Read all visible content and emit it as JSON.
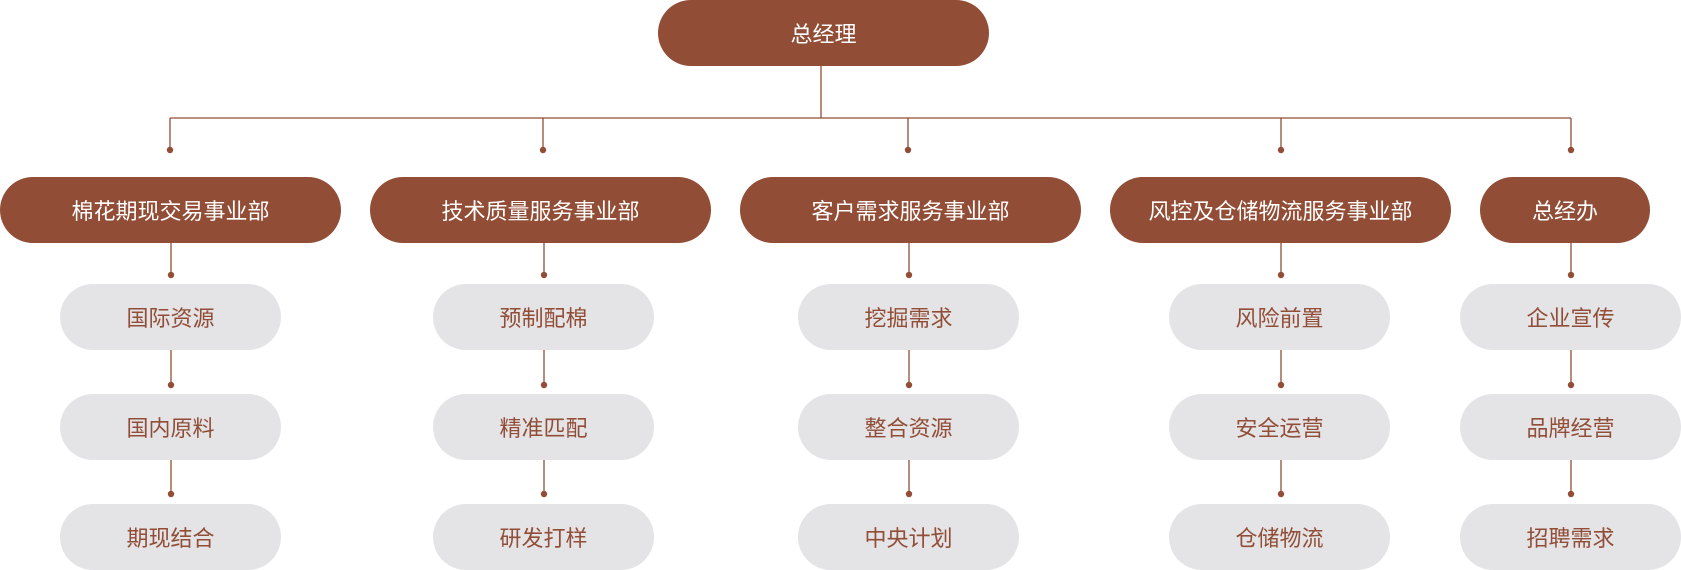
{
  "colors": {
    "primary": "#914D36",
    "primary_text": "#FFFFFF",
    "sub_fill": "#E4E4E7",
    "sub_text": "#914D36",
    "connector": "#914D36"
  },
  "root": {
    "label": "总经理"
  },
  "departments": [
    {
      "label": "棉花期现交易事业部",
      "children": [
        "国际资源",
        "国内原料",
        "期现结合"
      ]
    },
    {
      "label": "技术质量服务事业部",
      "children": [
        "预制配棉",
        "精准匹配",
        "研发打样"
      ]
    },
    {
      "label": "客户需求服务事业部",
      "children": [
        "挖掘需求",
        "整合资源",
        "中央计划"
      ]
    },
    {
      "label": "风控及仓储物流服务事业部",
      "children": [
        "风险前置",
        "安全运营",
        "仓储物流"
      ]
    },
    {
      "label": "总经办",
      "children": [
        "企业宣传",
        "品牌经营",
        "招聘需求"
      ]
    }
  ]
}
